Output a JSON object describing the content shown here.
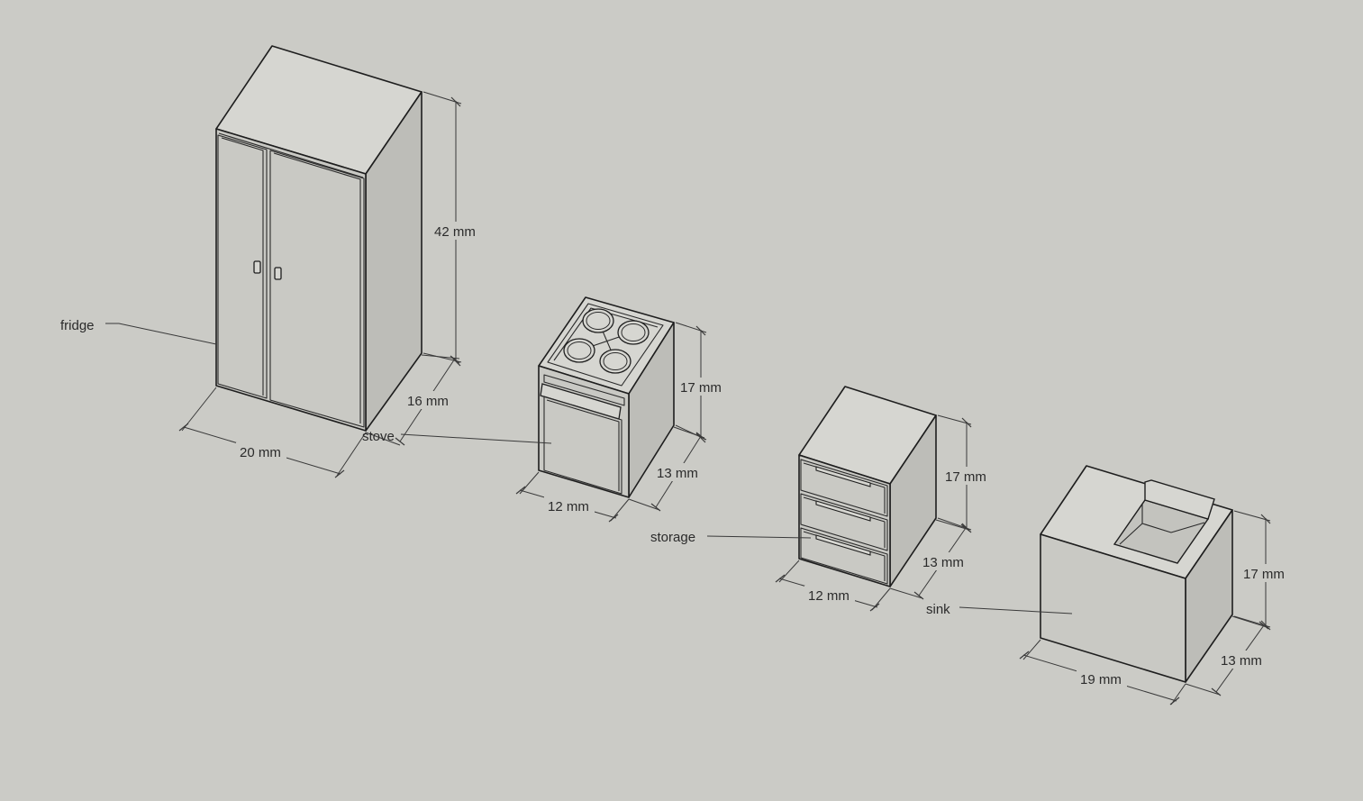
{
  "labels": {
    "fridge": "fridge",
    "stove": "stove",
    "storage": "storage",
    "sink": "sink"
  },
  "dimensions": {
    "fridge_height": "42 mm",
    "fridge_depth": "16 mm",
    "fridge_width": "20 mm",
    "stove_height": "17 mm",
    "stove_depth": "13 mm",
    "stove_width": "12 mm",
    "storage_height": "17 mm",
    "storage_depth": "13 mm",
    "storage_width": "12 mm",
    "sink_height": "17 mm",
    "sink_depth": "13 mm",
    "sink_width": "19 mm"
  },
  "colors": {
    "background": "#cbcbc6",
    "lines": "#1e1e1e"
  }
}
